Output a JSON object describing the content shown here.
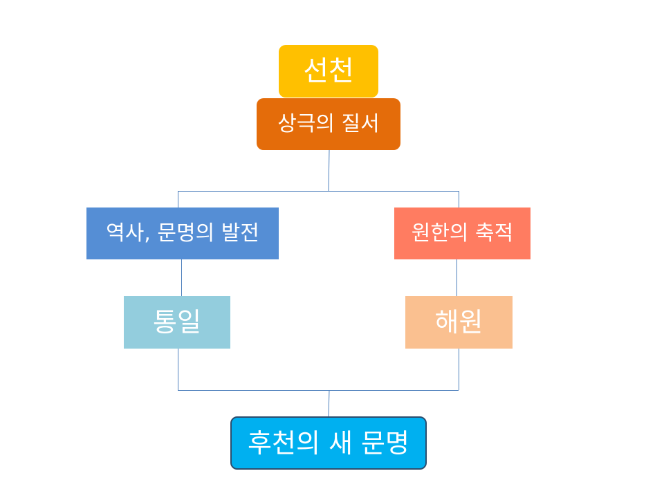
{
  "diagram": {
    "nodes": {
      "seoncheon": {
        "label": "선천",
        "color": "#ffc000"
      },
      "sanggeuk": {
        "label": "상극의 질서",
        "color": "#e46c0a"
      },
      "history": {
        "label": "역사, 문명의 발전",
        "color": "#558ed5"
      },
      "grudge": {
        "label": "원한의 축적",
        "color": "#ff7c61"
      },
      "unity": {
        "label": "통일",
        "color": "#93cddd"
      },
      "release": {
        "label": "해원",
        "color": "#fac090"
      },
      "civilization": {
        "label": "후천의 새 문명",
        "color": "#00b0f0"
      }
    },
    "connector_color": "#4f81bd"
  }
}
